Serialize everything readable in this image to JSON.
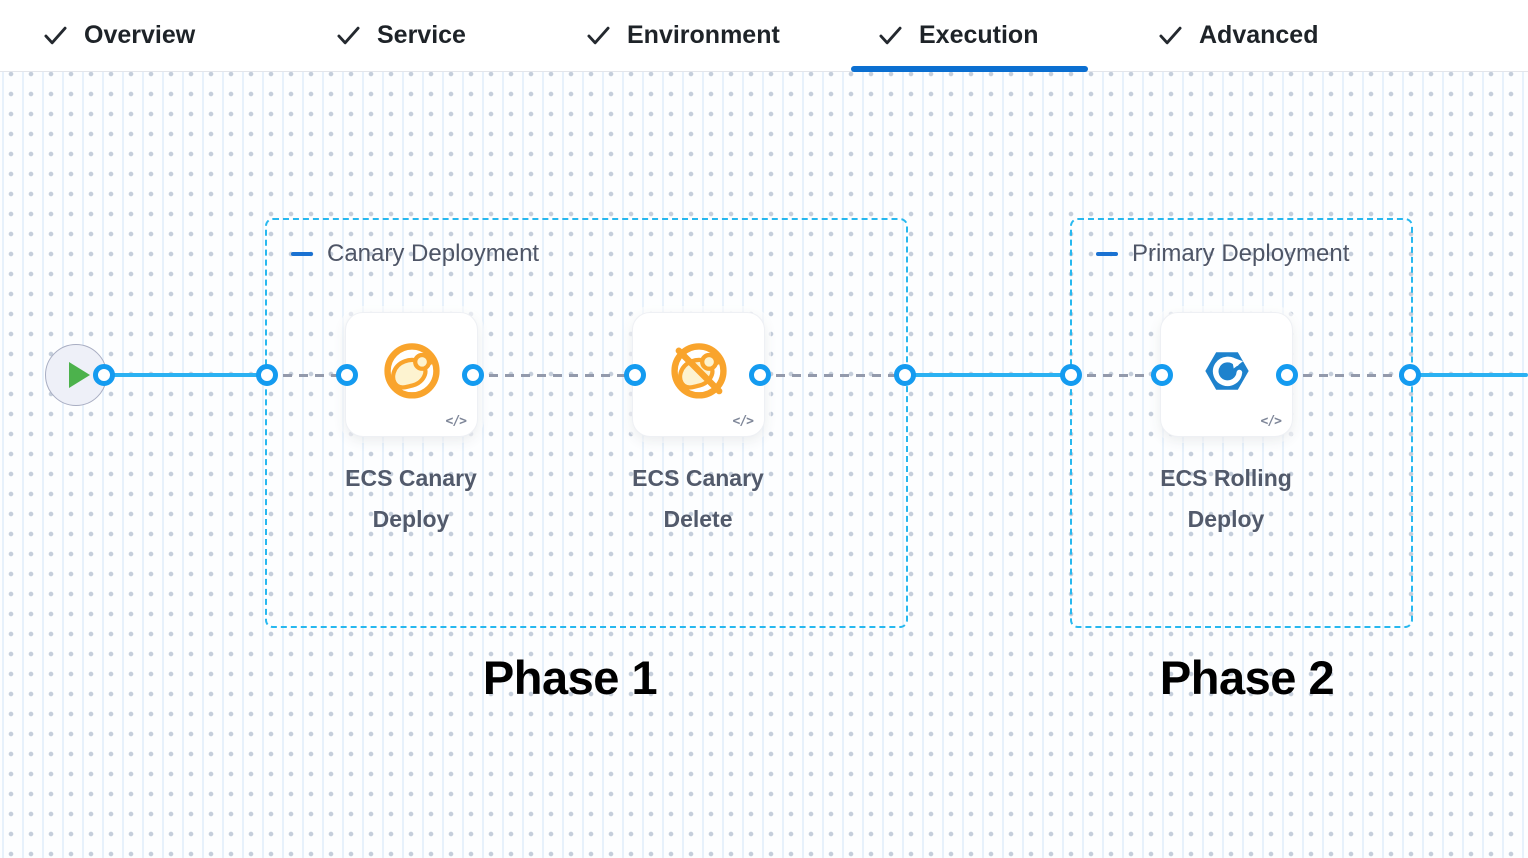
{
  "tabs": {
    "items": [
      {
        "label": "Overview",
        "checked": true,
        "active": false
      },
      {
        "label": "Service",
        "checked": true,
        "active": false
      },
      {
        "label": "Environment",
        "checked": true,
        "active": false
      },
      {
        "label": "Execution",
        "checked": true,
        "active": true
      },
      {
        "label": "Advanced",
        "checked": true,
        "active": false
      }
    ]
  },
  "pipeline": {
    "start_node": {
      "icon": "play-icon"
    },
    "groups": [
      {
        "title": "Canary Deployment",
        "collapse_icon": "minus-icon",
        "steps": [
          {
            "label": "ECS Canary Deploy",
            "icon": "ecs-canary-deploy-icon",
            "code_badge": "</>"
          },
          {
            "label": "ECS Canary Delete",
            "icon": "ecs-canary-delete-icon",
            "code_badge": "</>"
          }
        ]
      },
      {
        "title": "Primary Deployment",
        "collapse_icon": "minus-icon",
        "steps": [
          {
            "label": "ECS Rolling Deploy",
            "icon": "ecs-rolling-deploy-icon",
            "code_badge": "</>"
          }
        ]
      }
    ],
    "annotations": [
      {
        "label": "Phase 1"
      },
      {
        "label": "Phase 2"
      }
    ]
  },
  "colors": {
    "tab_active_underline": "#0b6fd1",
    "tab_text": "#1e2328",
    "grid_line": "#e7f1fb",
    "grid_dot": "#c5cedb",
    "group_border": "#27b8ef",
    "group_title": "#4e5566",
    "connector_solid": "#2bb1f2",
    "connector_dashed": "#939aac",
    "port_ring": "#149bf0",
    "canary_orange": "#f9a42c",
    "ecs_blue": "#1e82cd",
    "play_green": "#4cb24c",
    "phase_text": "#000000"
  }
}
